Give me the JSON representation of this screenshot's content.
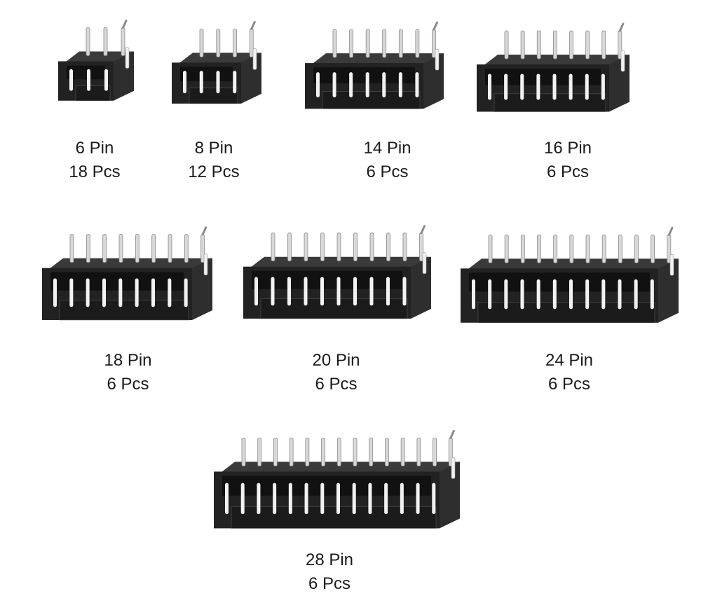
{
  "sockets": [
    {
      "pins": 6,
      "pin_label": "6 Pin",
      "qty_label": "18 Pcs"
    },
    {
      "pins": 8,
      "pin_label": "8 Pin",
      "qty_label": "12 Pcs"
    },
    {
      "pins": 14,
      "pin_label": "14 Pin",
      "qty_label": "6 Pcs"
    },
    {
      "pins": 16,
      "pin_label": "16 Pin",
      "qty_label": "6 Pcs"
    },
    {
      "pins": 18,
      "pin_label": "18 Pin",
      "qty_label": "6 Pcs"
    },
    {
      "pins": 20,
      "pin_label": "20 Pin",
      "qty_label": "6 Pcs"
    },
    {
      "pins": 24,
      "pin_label": "24 Pin",
      "qty_label": "6 Pcs"
    },
    {
      "pins": 28,
      "pin_label": "28 Pin",
      "qty_label": "6 Pcs"
    }
  ],
  "colors": {
    "socket_body": "#222222",
    "socket_top": "#3a3a3a",
    "socket_edge": "#555555",
    "pin_metal": "#d8d8d8",
    "pin_hole": "#f2f2f2",
    "label_text": "#1a1a1a"
  }
}
